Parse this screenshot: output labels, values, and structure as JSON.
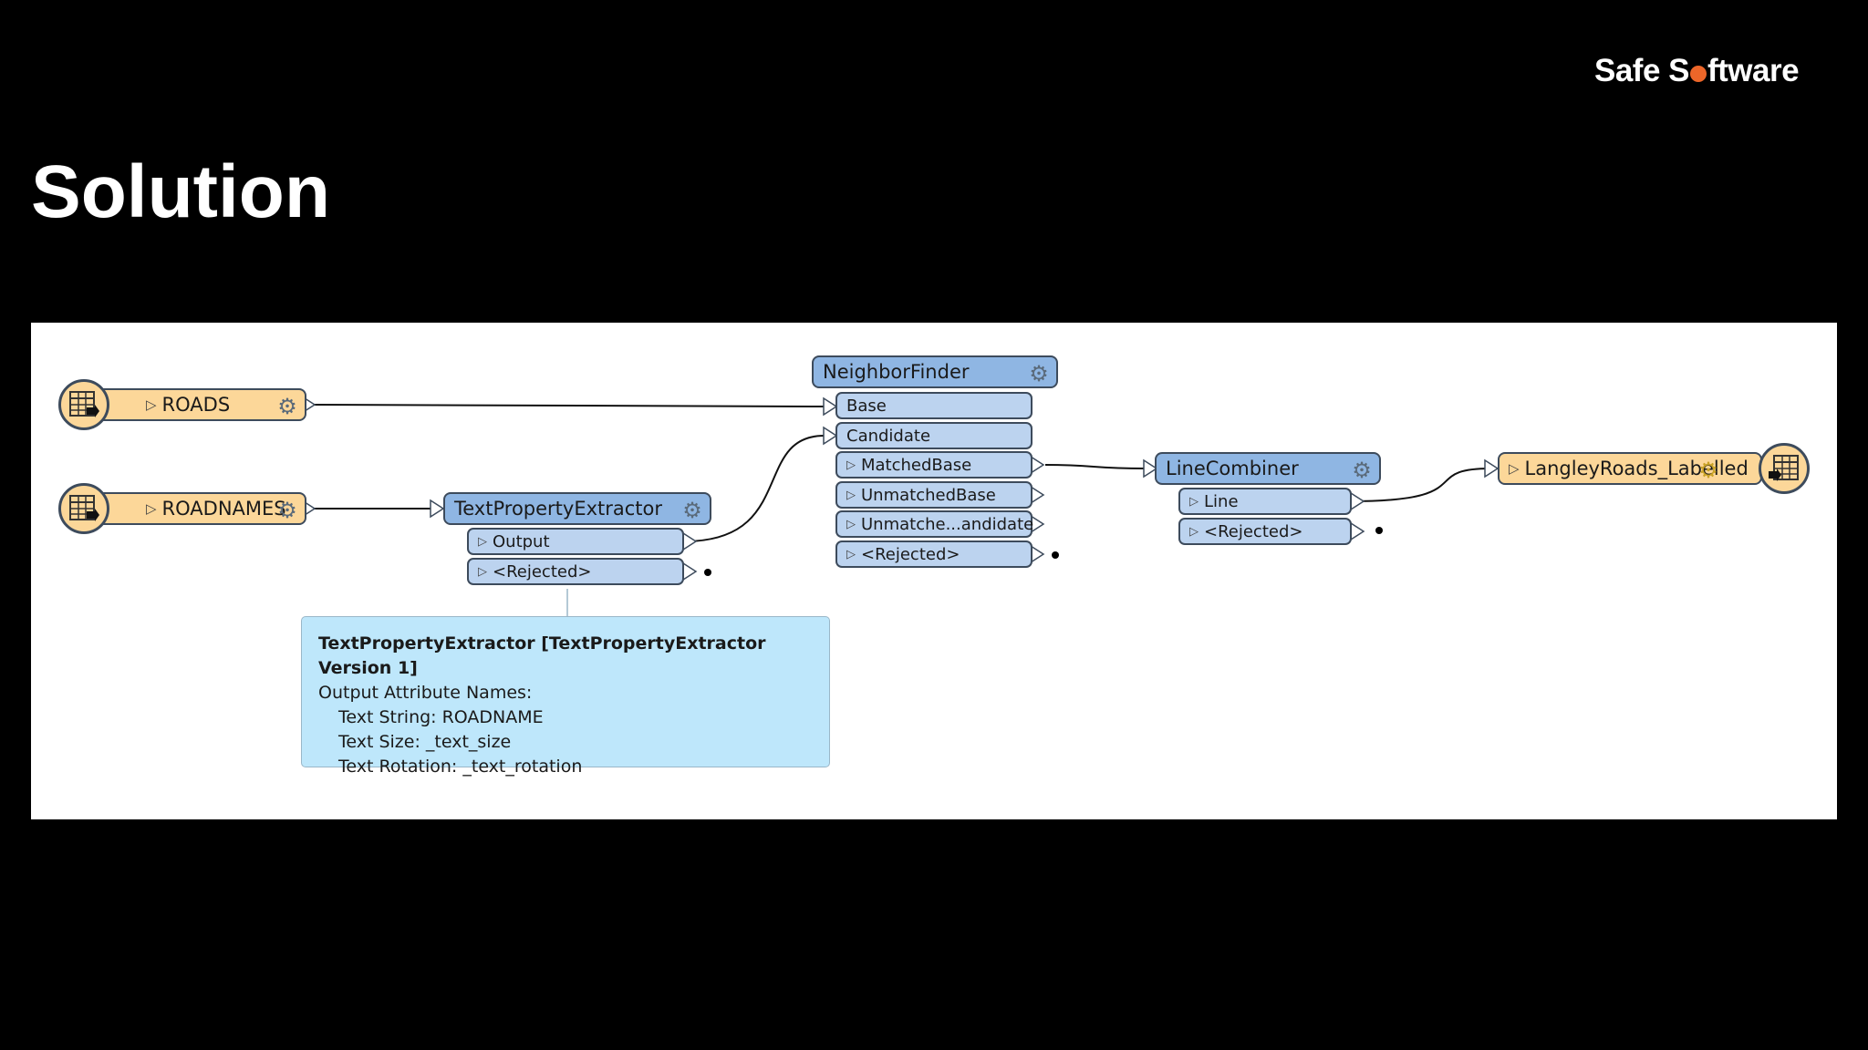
{
  "brand": {
    "logo_part1": "Safe S",
    "logo_part2": "ftware"
  },
  "slide_title": "Solution",
  "workspace": {
    "readers": [
      {
        "label": "ROADS"
      },
      {
        "label": "ROADNAMES"
      }
    ],
    "text_property_extractor": {
      "label": "TextPropertyExtractor",
      "outputs": [
        "Output",
        "<Rejected>"
      ]
    },
    "neighbor_finder": {
      "label": "NeighborFinder",
      "inputs": [
        "Base",
        "Candidate"
      ],
      "outputs": [
        "MatchedBase",
        "UnmatchedBase",
        "Unmatche...andidate",
        "<Rejected>"
      ]
    },
    "line_combiner": {
      "label": "LineCombiner",
      "outputs": [
        "Line",
        "<Rejected>"
      ]
    },
    "writer": {
      "label": "LangleyRoads_Labelled"
    },
    "tooltip": {
      "title": "TextPropertyExtractor [TextPropertyExtractor Version 1]",
      "line1": "Output Attribute Names:",
      "line2": "Text String: ROADNAME",
      "line3": "Text Size: _text_size",
      "line4": "Text Rotation: _text_rotation"
    }
  },
  "icons": {
    "gear": "gear-icon",
    "table": "table-icon",
    "expand": "expand-triangle-icon"
  },
  "colors": {
    "reader_fill": "#fcd799",
    "transformer_fill": "#8fb6e3",
    "port_fill": "#bcd3ef",
    "tooltip_fill": "#bee7fb",
    "logo_dot": "#ec6629"
  }
}
